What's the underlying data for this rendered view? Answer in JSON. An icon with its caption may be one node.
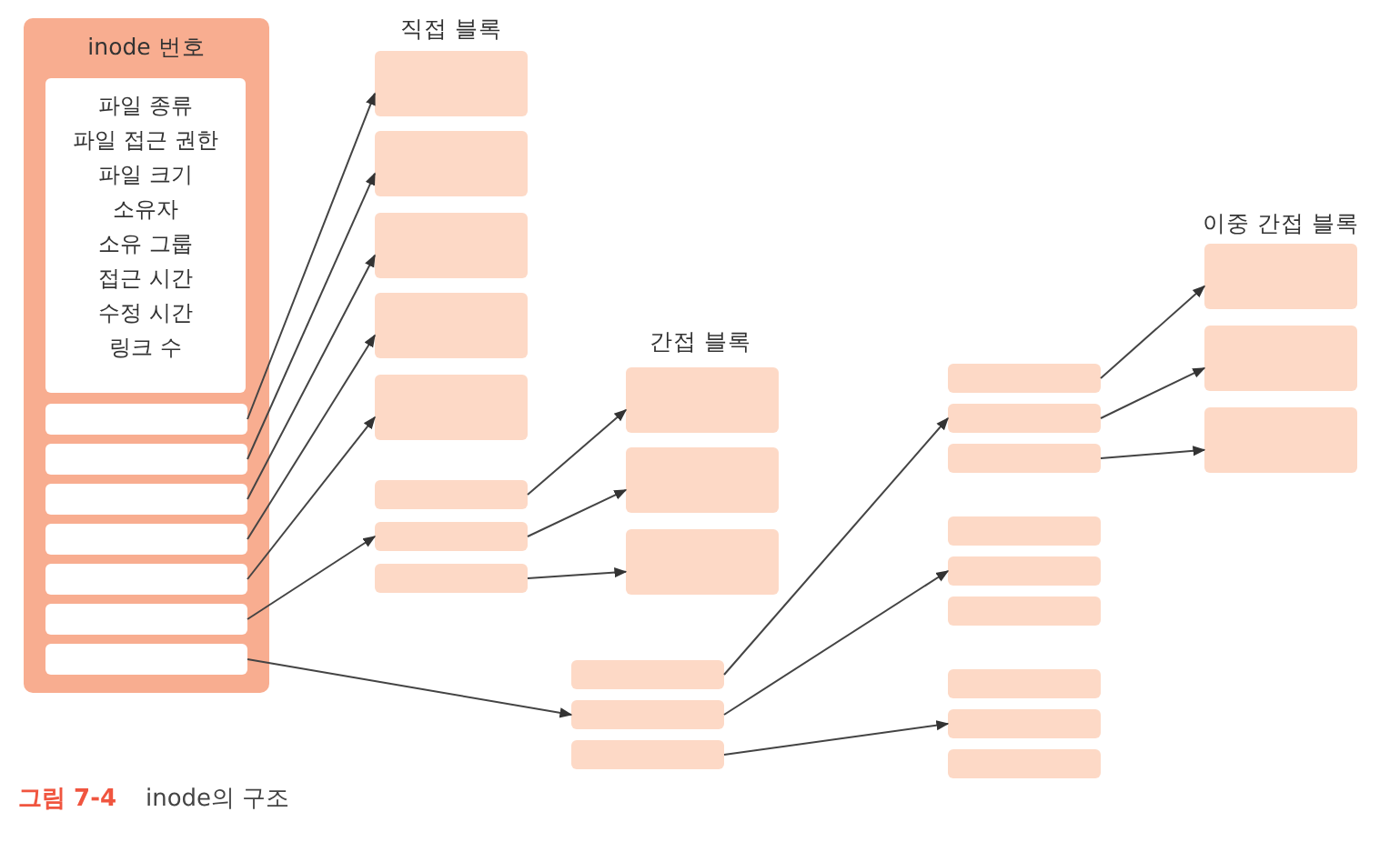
{
  "diagram": {
    "caption": "inode의 구조",
    "nodes": [
      {
        "text": [
          "inode 번호"
        ]
      },
      {
        "text": [
          "파일 종류",
          "파일 접근 권한",
          "파일 크기",
          "소유자",
          "소유 그룹",
          "접근 시간",
          "수정 시간",
          "링크 수"
        ],
        "in": 0
      },
      {
        "text": [],
        "shape": "box",
        "in": 0
      },
      {
        "text": [],
        "shape": "box",
        "in": 0
      },
      {
        "text": [],
        "shape": "box",
        "in": 0
      },
      {
        "text": [],
        "shape": "box",
        "in": 0
      },
      {
        "text": [],
        "shape": "box",
        "in": 0
      },
      {
        "text": [],
        "shape": "box",
        "in": 0
      },
      {
        "text": [],
        "shape": "box",
        "in": 0
      },
      {
        "text": [],
        "shape": "box"
      },
      {
        "text": [],
        "shape": "box"
      },
      {
        "text": [],
        "shape": "box"
      },
      {
        "text": [],
        "shape": "box"
      },
      {
        "text": [],
        "shape": "box"
      },
      {
        "text": [],
        "shape": "box"
      },
      {
        "text": [],
        "shape": "box"
      },
      {
        "text": [],
        "shape": "box"
      },
      {
        "text": [],
        "shape": "box"
      },
      {
        "text": [],
        "shape": "box"
      },
      {
        "text": [],
        "shape": "box"
      },
      {
        "text": [],
        "shape": "box"
      },
      {
        "text": [],
        "shape": "box"
      },
      {
        "text": [],
        "shape": "box"
      },
      {
        "text": [],
        "shape": "box"
      },
      {
        "text": [],
        "shape": "box"
      },
      {
        "text": [],
        "shape": "box"
      },
      {
        "text": [],
        "shape": "box"
      },
      {
        "text": [],
        "shape": "box"
      },
      {
        "text": [],
        "shape": "box"
      },
      {
        "text": [],
        "shape": "box"
      },
      {
        "text": [],
        "shape": "box"
      },
      {
        "text": [],
        "shape": "box"
      },
      {
        "text": [],
        "shape": "box"
      },
      {
        "text": [],
        "shape": "box"
      },
      {
        "text": [],
        "shape": "box"
      }
    ],
    "edges": [
      {
        "from": 2,
        "to": 9,
        "arrow": "to"
      },
      {
        "from": 3,
        "to": 10,
        "arrow": "to"
      },
      {
        "from": 4,
        "to": 11,
        "arrow": "to"
      },
      {
        "from": 5,
        "to": 12,
        "arrow": "to"
      },
      {
        "from": 6,
        "to": 13,
        "arrow": "to"
      },
      {
        "from": 7,
        "to": 15,
        "arrow": "to"
      },
      {
        "from": 8,
        "to": 21,
        "arrow": "to"
      },
      {
        "from": 14,
        "to": 17,
        "arrow": "to"
      },
      {
        "from": 15,
        "to": 18,
        "arrow": "to"
      },
      {
        "from": 16,
        "to": 19,
        "arrow": "to"
      },
      {
        "from": 20,
        "to": 24,
        "arrow": "to"
      },
      {
        "from": 21,
        "to": 27,
        "arrow": "to"
      },
      {
        "from": 22,
        "to": 30,
        "arrow": "to"
      },
      {
        "from": 23,
        "to": 32,
        "arrow": "to"
      },
      {
        "from": 24,
        "to": 33,
        "arrow": "to"
      },
      {
        "from": 25,
        "to": 34,
        "arrow": "to"
      }
    ],
    "labels": [
      "직접 블록",
      "간접 블록",
      "이중 간접 블록",
      "그림 7-4"
    ]
  }
}
